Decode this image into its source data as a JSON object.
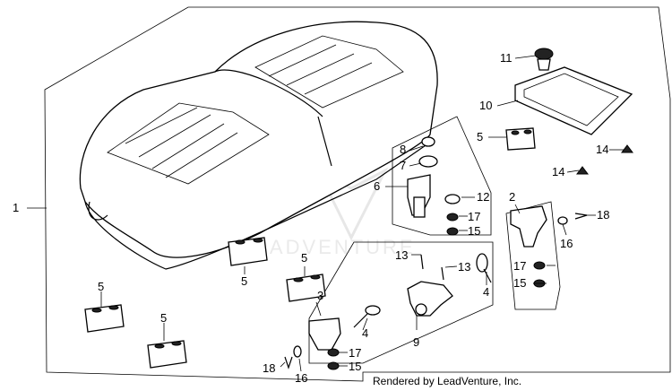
{
  "diagram": {
    "credit": "Rendered by LeadVenture, Inc.",
    "watermark": "LEADVENTURE",
    "callouts": [
      "1",
      "2",
      "3",
      "4",
      "4",
      "5",
      "5",
      "5",
      "5",
      "5",
      "6",
      "7",
      "8",
      "9",
      "10",
      "11",
      "12",
      "13",
      "13",
      "14",
      "14",
      "15",
      "15",
      "15",
      "16",
      "16",
      "17",
      "17",
      "17",
      "18",
      "18"
    ]
  }
}
